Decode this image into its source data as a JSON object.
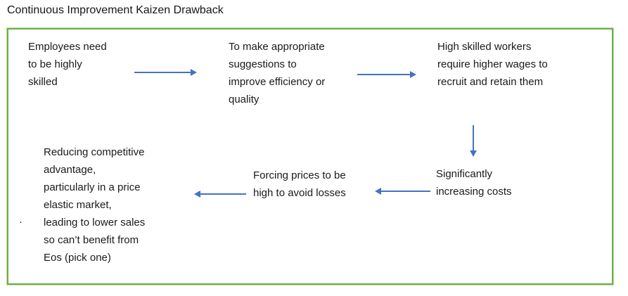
{
  "title": "Continuous Improvement Kaizen Drawback",
  "colors": {
    "arrow_blue": "#4472C4",
    "box_border_green": "#70AD47",
    "text": "#1a1a1a",
    "background": "#ffffff"
  },
  "diagram": {
    "bullet": "·",
    "nodes": [
      {
        "id": "employees-skilled",
        "text": "Employees need\nto be highly\nskilled"
      },
      {
        "id": "suggestions",
        "text": "To make appropriate\nsuggestions to\nimprove efficiency or\nquality"
      },
      {
        "id": "higher-wages",
        "text": "High skilled workers\nrequire higher wages to\nrecruit and retain them"
      },
      {
        "id": "increasing-costs",
        "text": "Significantly\nincreasing costs"
      },
      {
        "id": "forcing-prices",
        "text": "Forcing prices to be\nhigh to avoid losses"
      },
      {
        "id": "reducing-advantage",
        "text": "Reducing competitive\nadvantage,\nparticularly in a price\nelastic market,\nleading to lower sales\nso can’t benefit from\nEos (pick one)"
      }
    ],
    "connectors": [
      {
        "from": "employees-skilled",
        "to": "suggestions",
        "direction": "right"
      },
      {
        "from": "suggestions",
        "to": "higher-wages",
        "direction": "right"
      },
      {
        "from": "higher-wages",
        "to": "increasing-costs",
        "direction": "down"
      },
      {
        "from": "increasing-costs",
        "to": "forcing-prices",
        "direction": "left"
      },
      {
        "from": "forcing-prices",
        "to": "reducing-advantage",
        "direction": "left"
      }
    ]
  }
}
